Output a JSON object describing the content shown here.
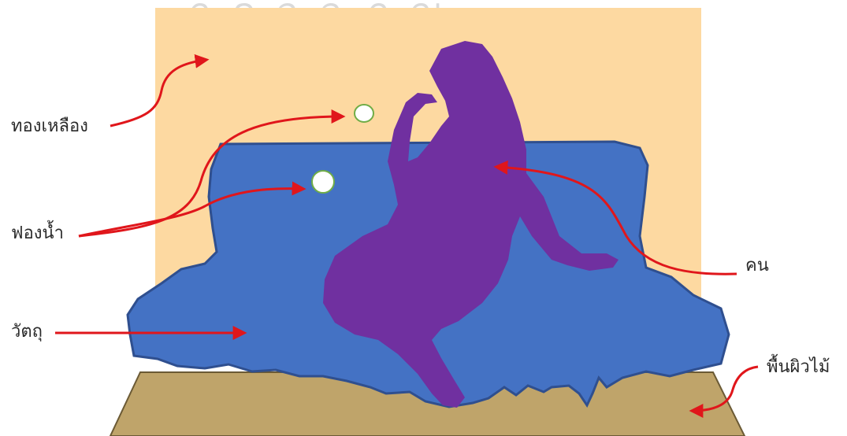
{
  "diagram": {
    "labels": {
      "gold_background": "ทองเหลือง",
      "bubbles": "ฟองน้ำ",
      "object": "วัตถุ",
      "person": "คน",
      "wood_floor": "พื้นผิวไม้"
    },
    "watermark": "ก ค จ ฉ ฏ ญ",
    "colors": {
      "gold_background": "#fdd9a1",
      "sofa": "#4472c4",
      "sofa_outline": "#2f4f8f",
      "person": "#7030a0",
      "floor": "#bfa46a",
      "bubble_fill": "#ffffff",
      "bubble_outline": "#70ad47",
      "arrow": "#e0161b"
    }
  }
}
